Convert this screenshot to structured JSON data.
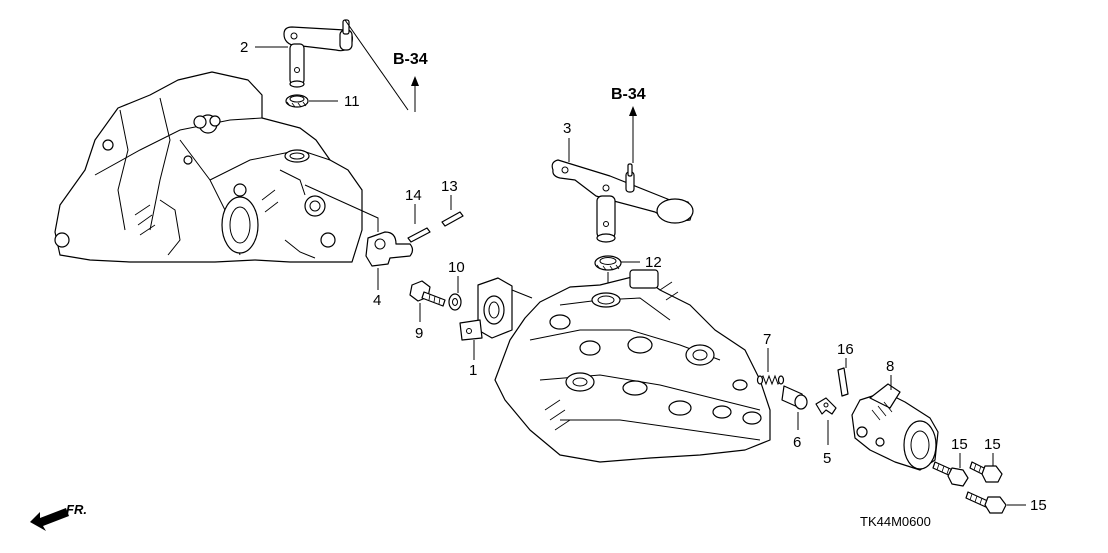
{
  "diagram": {
    "parts": [
      {
        "id": "1",
        "label": "1"
      },
      {
        "id": "2",
        "label": "2"
      },
      {
        "id": "3",
        "label": "3"
      },
      {
        "id": "4",
        "label": "4"
      },
      {
        "id": "5",
        "label": "5"
      },
      {
        "id": "6",
        "label": "6"
      },
      {
        "id": "7",
        "label": "7"
      },
      {
        "id": "8",
        "label": "8"
      },
      {
        "id": "9",
        "label": "9"
      },
      {
        "id": "10",
        "label": "10"
      },
      {
        "id": "11",
        "label": "11"
      },
      {
        "id": "12",
        "label": "12"
      },
      {
        "id": "13",
        "label": "13"
      },
      {
        "id": "14",
        "label": "14"
      },
      {
        "id": "15a",
        "label": "15"
      },
      {
        "id": "15b",
        "label": "15"
      },
      {
        "id": "15c",
        "label": "15"
      },
      {
        "id": "16",
        "label": "16"
      }
    ],
    "references": [
      {
        "id": "ref-left",
        "label": "B-34"
      },
      {
        "id": "ref-right",
        "label": "B-34"
      }
    ],
    "direction_label": "FR.",
    "diagram_code": "TK44M0600"
  }
}
